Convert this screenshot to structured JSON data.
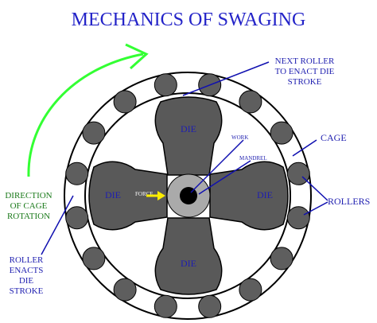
{
  "title": "MECHANICS OF SWAGING",
  "colors": {
    "title": "#2323c8",
    "label_blue": "#1f1fb0",
    "label_green": "#1a7a1a",
    "rotation_arrow": "#33ff33",
    "force_arrow": "#ffee00",
    "die_fill": "#595959",
    "roller_fill": "#5e5e5e",
    "mandrel_fill": "#aaaaaa",
    "work_fill": "#000000",
    "leader_lines": "#1010b0"
  },
  "labels": {
    "next_roller": [
      "NEXT ROLLER",
      "TO ENACT DIE",
      "STROKE"
    ],
    "cage": "CAGE",
    "rollers": "ROLLERS",
    "direction": [
      "DIRECTION",
      "OF CAGE",
      "ROTATION"
    ],
    "roller_enacts": [
      "ROLLER",
      "ENACTS",
      "DIE",
      "STROKE"
    ],
    "work": "WORK",
    "mandrel": "MANDREL",
    "force": "FORCE",
    "die_top": "DIE",
    "die_left": "DIE",
    "die_right": "DIE",
    "die_bottom": "DIE"
  },
  "icons": {
    "rotation_arrow": "curved-arrow-icon",
    "force_arrow": "arrow-right-icon"
  }
}
